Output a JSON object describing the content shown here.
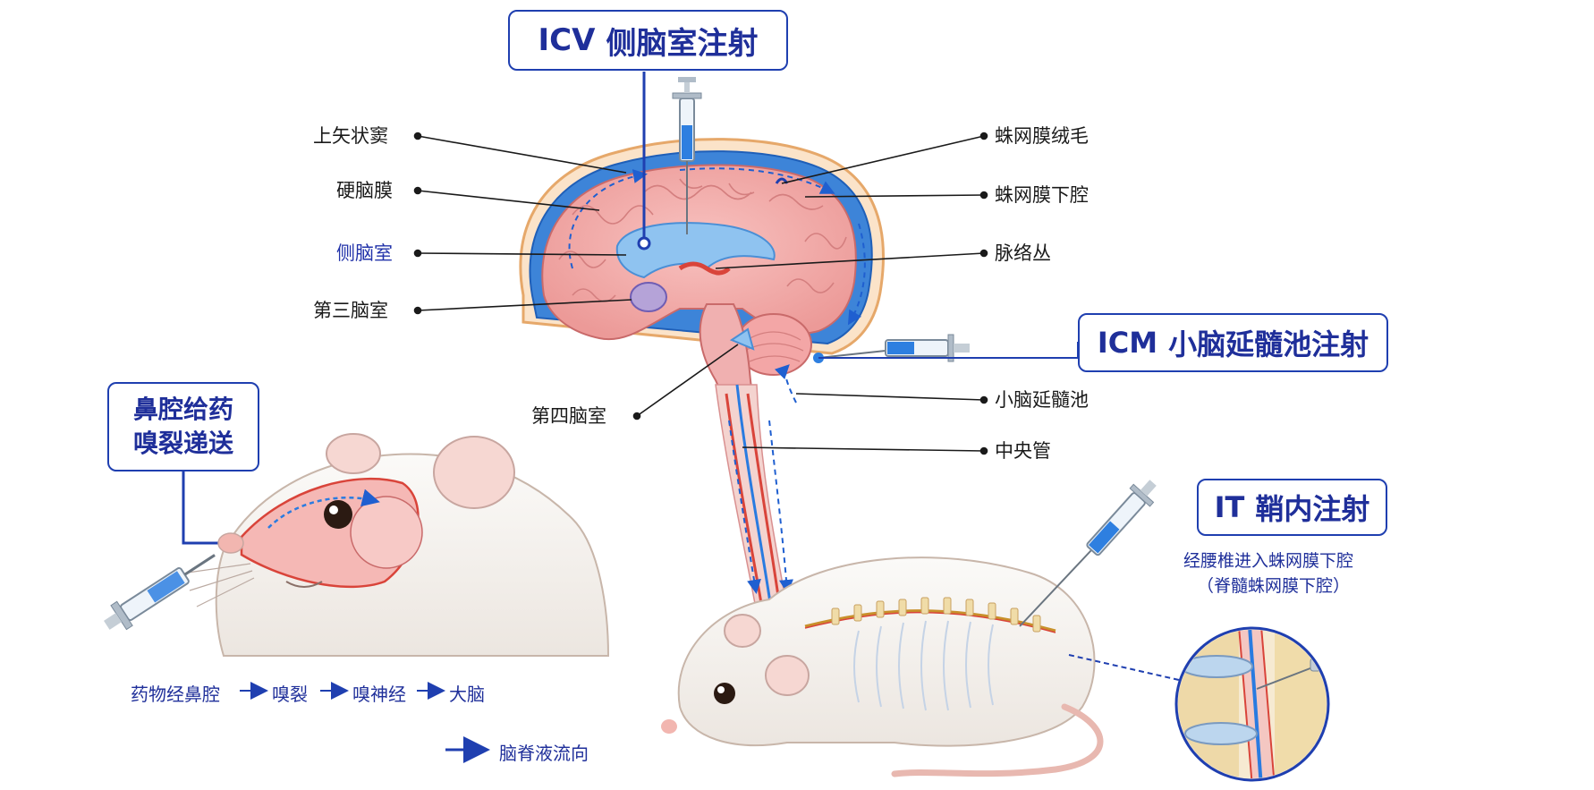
{
  "methods": {
    "icv": {
      "code": "ICV",
      "name": "侧脑室注射"
    },
    "icm": {
      "code": "ICM",
      "name": "小脑延髓池注射"
    },
    "it": {
      "code": "IT",
      "name": "鞘内注射",
      "note_line1": "经腰椎进入蛛网膜下腔",
      "note_line2": "（脊髓蛛网膜下腔）"
    },
    "intranasal": {
      "line1": "鼻腔给药",
      "line2": "嗅裂递送"
    }
  },
  "labels": {
    "superior_sagittal_sinus": "上矢状窦",
    "dura_mater": "硬脑膜",
    "lateral_ventricle": "侧脑室",
    "third_ventricle": "第三脑室",
    "fourth_ventricle": "第四脑室",
    "arachnoid_villi": "蛛网膜绒毛",
    "subarachnoid_space": "蛛网膜下腔",
    "choroid_plexus": "脉络丛",
    "cisterna_magna": "小脑延髓池",
    "central_canal": "中央管"
  },
  "intranasal_path": [
    "药物经鼻腔",
    "嗅裂",
    "嗅神经",
    "大脑"
  ],
  "legend": {
    "csf_flow": "脑脊液流向"
  },
  "colors": {
    "accent_blue": "#1f3fb0",
    "csf_blue": "#2a7be0",
    "brain_pink": "#f3a6a6",
    "ventricle_blue": "#8fc3f0",
    "vessel_red": "#d9443a"
  }
}
